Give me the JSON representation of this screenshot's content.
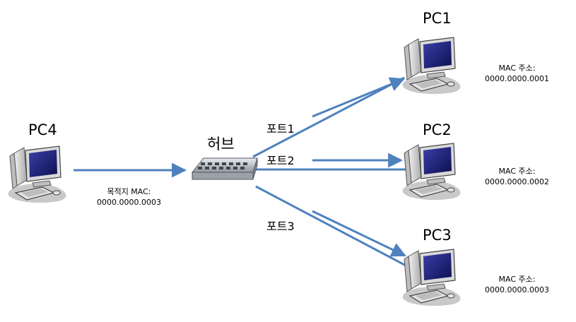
{
  "nodes": {
    "pc1": {
      "title": "PC1",
      "mac_caption": "MAC 주소:",
      "mac_value": "0000.0000.0001"
    },
    "pc2": {
      "title": "PC2",
      "mac_caption": "MAC 주소:",
      "mac_value": "0000.0000.0002"
    },
    "pc3": {
      "title": "PC3",
      "mac_caption": "MAC 주소:",
      "mac_value": "0000.0000.0003"
    },
    "pc4": {
      "title": "PC4"
    },
    "hub": {
      "title": "허브"
    }
  },
  "ports": {
    "port1": "포트1",
    "port2": "포트2",
    "port3": "포트3"
  },
  "frame": {
    "dest_caption": "목적지 MAC:",
    "dest_value": "0000.0000.0003"
  },
  "colors": {
    "link": "#4f81bd",
    "screen": "#1a1d6e",
    "case": "#cfcfcf"
  },
  "icons": {
    "pc": "desktop-computer-icon",
    "hub": "network-hub-icon"
  }
}
